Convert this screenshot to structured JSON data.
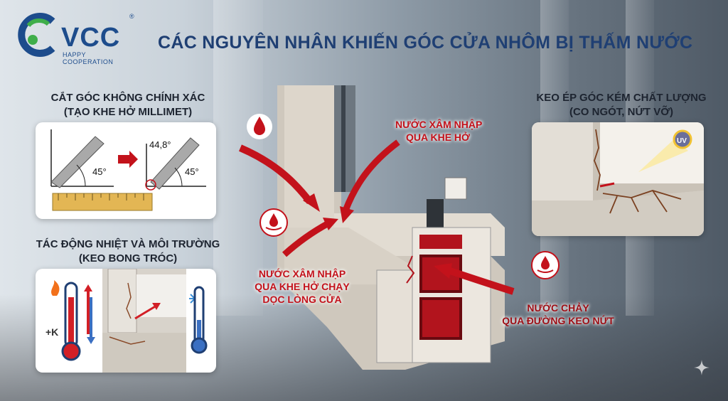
{
  "logo": {
    "brand": "VCC",
    "tagline": "HAPPY COOPERATION",
    "registered": "®"
  },
  "title": "CÁC NGUYÊN NHÂN KHIẾN GÓC CỬA NHÔM BỊ THẤM NƯỚC",
  "sections": {
    "cut": {
      "line1": "CẮT GÓC KHÔNG CHÍNH XÁC",
      "line2": "(TẠO KHE HỞ MILLIMET)",
      "angle_a": "45°",
      "angle_b": "44,8°",
      "angle_c": "45°"
    },
    "thermal": {
      "line1": "TÁC ĐỘNG NHIỆT VÀ MÔI TRƯỜNG",
      "line2": "(KEO BONG TRÓC)",
      "plus_k": "+K"
    },
    "glue": {
      "line1": "KEO ÉP GÓC KÉM CHẤT LƯỢNG",
      "line2": "(CO NGÓT, NỨT VỠ)",
      "uv": "UV"
    }
  },
  "callouts": {
    "gap": {
      "line1": "NƯỚC XÂM NHẬP",
      "line2": "QUA KHE HỞ"
    },
    "seam": {
      "line1": "NƯỚC XÂM NHẬP",
      "line2": "QUA KHE HỞ CHẠY",
      "line3": "DỌC LÒNG CỬA"
    },
    "crack": {
      "line1": "NƯỚC CHẢY",
      "line2": "QUA ĐƯỜNG KEO NỨT"
    }
  },
  "colors": {
    "title": "#1f3f73",
    "accent": "#c3121b",
    "logo": "#1d4c8c"
  }
}
